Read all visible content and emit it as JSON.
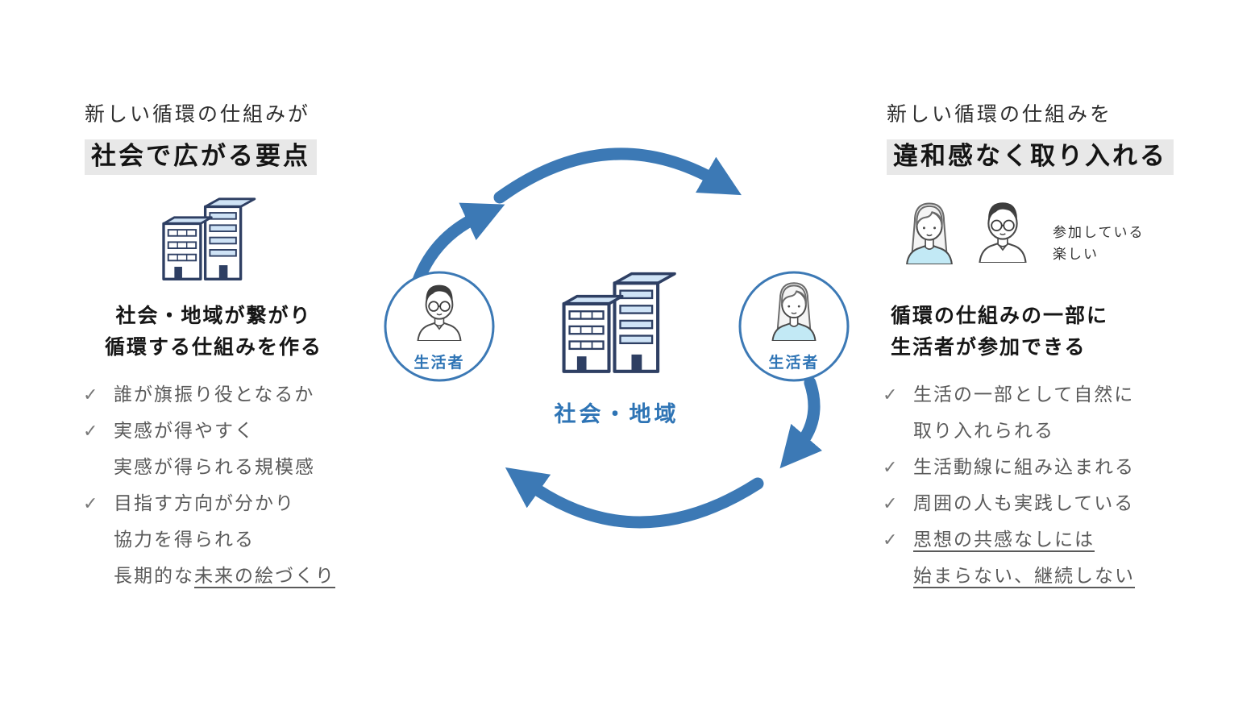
{
  "glyphs": {
    "check": "✓"
  },
  "colors": {
    "accent_blue": "#3c79b5",
    "label_blue": "#2e74b5",
    "building_navy": "#2e3f63",
    "building_light_blue": "#cfe3f6",
    "highlight_bg": "#e8e8e8",
    "checklist_gray": "#5a5a5a"
  },
  "left_panel": {
    "title_line1": "新しい循環の仕組みが",
    "title_line2": "社会で広がる要点",
    "subtitle_line1": "社会・地域が繋がり",
    "subtitle_line2": "循環する仕組みを作る",
    "checklist": [
      {
        "text": "誰が旗振り役となるか"
      },
      {
        "text": "実感が得やすく"
      },
      {
        "text": "実感が得られる規模感"
      },
      {
        "text": "目指す方向が分かり"
      },
      {
        "text": "協力を得られる"
      },
      {
        "text": "長期的な",
        "underline": "未来の絵づくり"
      }
    ]
  },
  "center": {
    "hub_label": "社会・地域",
    "actor_left_label": "生活者",
    "actor_right_label": "生活者"
  },
  "right_panel": {
    "title_line1": "新しい循環の仕組みを",
    "title_line2": "違和感なく取り入れる",
    "note_line1": "参加している",
    "note_line2": "楽しい",
    "subtitle_line1": "循環の仕組みの一部に",
    "subtitle_line2": "生活者が参加できる",
    "checklist": [
      {
        "text": "生活の一部として自然に"
      },
      {
        "text": "取り入れられる"
      },
      {
        "text": "生活動線に組み込まれる"
      },
      {
        "text": "周囲の人も実践している"
      },
      {
        "underline": "思想の共感なしには"
      },
      {
        "underline": "始まらない、継続しない"
      }
    ]
  }
}
